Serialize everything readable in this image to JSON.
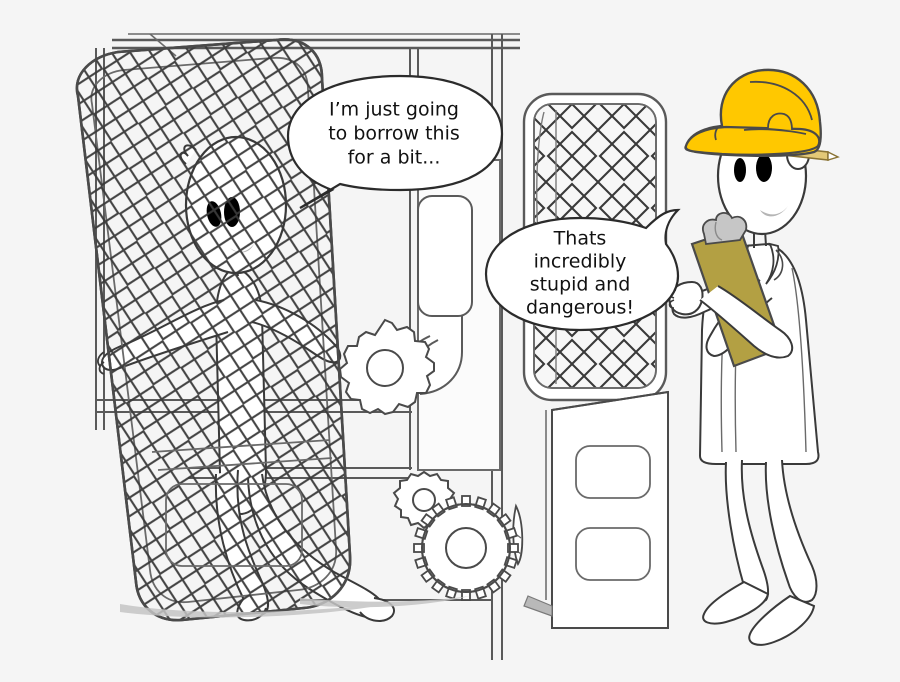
{
  "scene": {
    "title": "Machine guard safety cartoon",
    "background_color": "#f5f5f5",
    "line_color": "#2b2b2b",
    "fill_white": "#ffffff",
    "panel_fill": "#f7f7f7",
    "shadow_gray": "#b9b9b9"
  },
  "speech_bubbles": [
    {
      "name": "worker-speech-bubble",
      "lines": [
        "I’m just going",
        "to borrow this",
        "for a bit..."
      ],
      "tail": "lower-left"
    },
    {
      "name": "supervisor-speech-bubble",
      "lines": [
        "Thats",
        "incredibly",
        "stupid and",
        "dangerous!"
      ],
      "tail": "upper-right"
    }
  ],
  "characters": [
    {
      "name": "worker-figure",
      "label": "worker",
      "position": "left",
      "skin_color": "#ffffff",
      "eye_color": "#000000",
      "mouth_color": "#b5b5b5",
      "behind_guard": true
    },
    {
      "name": "supervisor-figure",
      "label": "supervisor",
      "position": "right",
      "hard_hat_color": "#FFC800",
      "hard_hat_outline": "#4a4a4a",
      "coat_color": "#ffffff",
      "pencil_color": "#d8b96a",
      "eye_color": "#000000",
      "mouth_color": "#b5b5b5"
    }
  ],
  "props": [
    {
      "name": "clipboard",
      "board_color": "#b3a043",
      "clip_color": "#c6c6c6",
      "held_by": "supervisor"
    },
    {
      "name": "gear-large",
      "teeth": 10,
      "color": "#ffffff"
    },
    {
      "name": "gear-small",
      "teeth": 12,
      "color": "#ffffff"
    },
    {
      "name": "gear-medium",
      "teeth": 20,
      "color": "#ffffff"
    },
    {
      "name": "machine-guard-mesh-left",
      "pattern": "diagonal-crosshatch",
      "color": "#ffffff"
    },
    {
      "name": "machine-guard-mesh-right",
      "pattern": "diagonal-crosshatch",
      "color": "#f7f7f7"
    },
    {
      "name": "machine-cabinet",
      "panels": 2,
      "color": "#ffffff"
    },
    {
      "name": "machine-lever",
      "color": "#ffffff"
    }
  ]
}
